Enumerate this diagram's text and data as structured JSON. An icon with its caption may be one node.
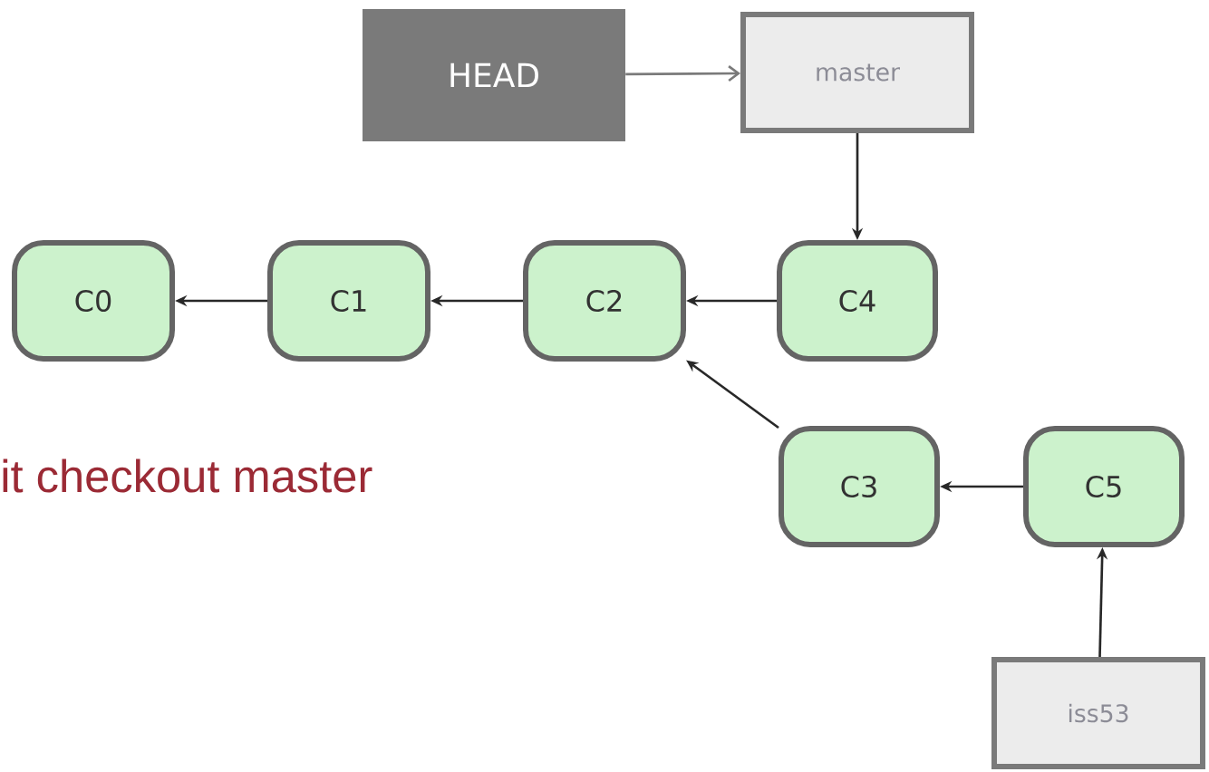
{
  "diagram": {
    "nodes": [
      {
        "text": [
          "HEAD"
        ]
      },
      {
        "text": [
          "master"
        ]
      },
      {
        "text": [
          "C0"
        ]
      },
      {
        "text": [
          "C1"
        ]
      },
      {
        "text": [
          "C2"
        ]
      },
      {
        "text": [
          "C4"
        ]
      },
      {
        "text": [
          "C3"
        ]
      },
      {
        "text": [
          "C5"
        ]
      },
      {
        "text": [
          "iss53"
        ]
      }
    ],
    "edges": [
      {
        "from": 0,
        "to": 1,
        "arrow": "to",
        "color": "#7a7a7a"
      },
      {
        "from": 1,
        "to": 5,
        "arrow": "to"
      },
      {
        "from": 3,
        "to": 2,
        "arrow": "to"
      },
      {
        "from": 4,
        "to": 3,
        "arrow": "to"
      },
      {
        "from": 5,
        "to": 4,
        "arrow": "to"
      },
      {
        "from": 6,
        "to": 4,
        "arrow": "to"
      },
      {
        "from": 7,
        "to": 6,
        "arrow": "to"
      },
      {
        "from": 8,
        "to": 7,
        "arrow": "to"
      }
    ],
    "labels": [
      "it checkout master"
    ]
  }
}
